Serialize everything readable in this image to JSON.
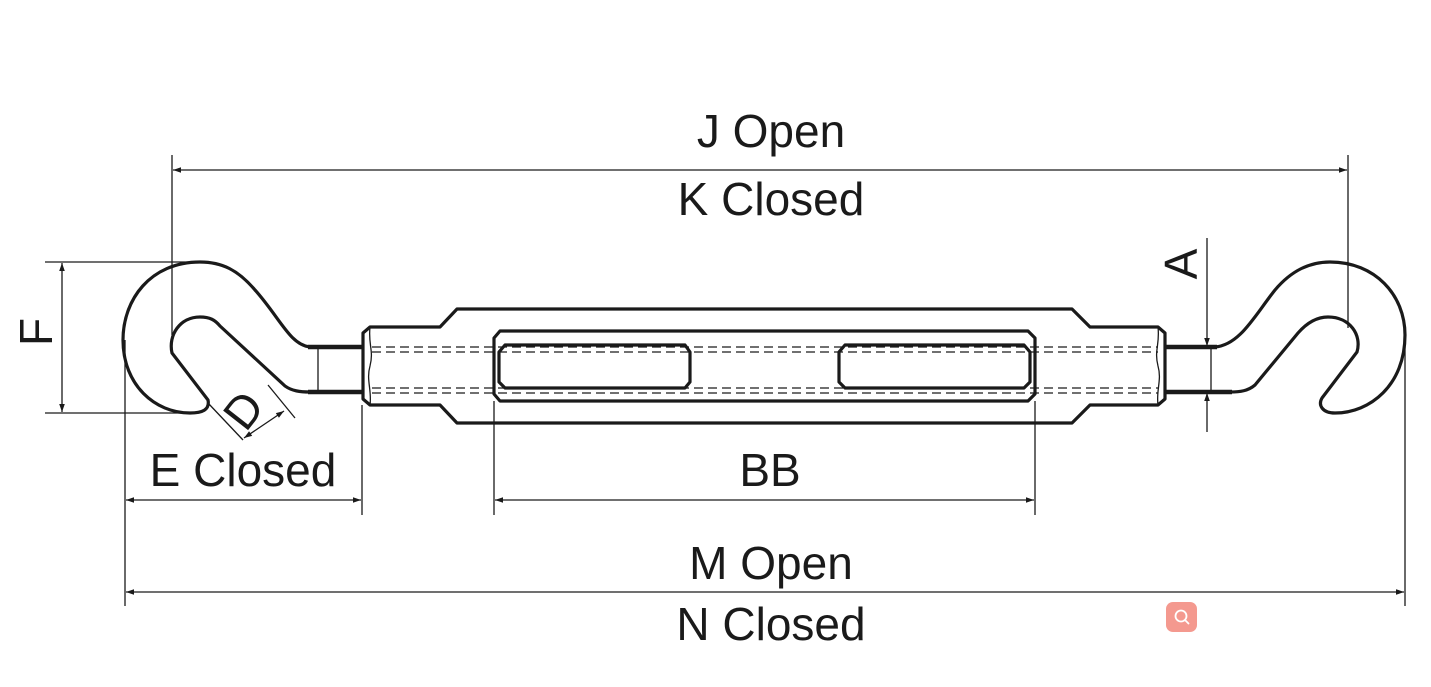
{
  "labels": {
    "j_open": "J Open",
    "k_closed": "K Closed",
    "a": "A",
    "f": "F",
    "d": "D",
    "e_closed": "E Closed",
    "bb": "BB",
    "m_open": "M Open",
    "n_closed": "N Closed"
  },
  "icons": {
    "badge": "search-icon"
  },
  "colors": {
    "line": "#1a1a1a",
    "badge": "#f4998f"
  }
}
